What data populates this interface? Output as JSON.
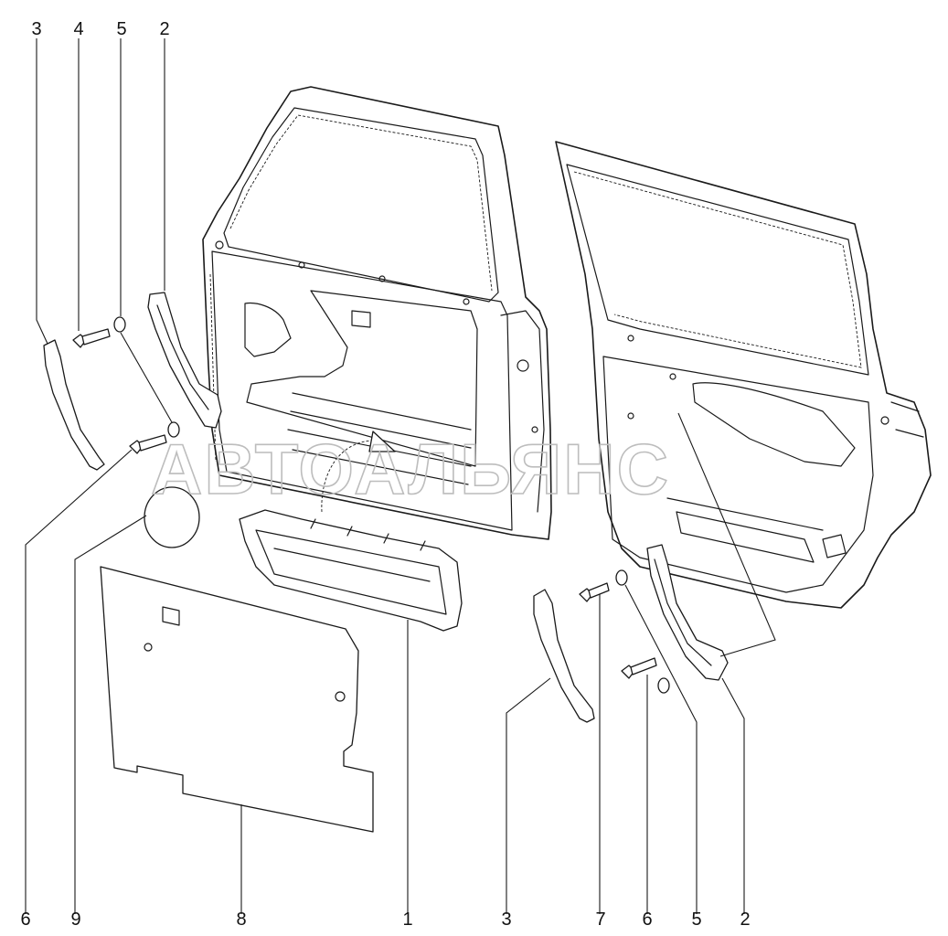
{
  "watermark": "АВТОАЛЬЯНС",
  "callouts": [
    {
      "id": "c-top-3",
      "label": "3"
    },
    {
      "id": "c-top-4",
      "label": "4"
    },
    {
      "id": "c-top-5",
      "label": "5"
    },
    {
      "id": "c-top-2",
      "label": "2"
    },
    {
      "id": "c-bot-6a",
      "label": "6"
    },
    {
      "id": "c-bot-9",
      "label": "9"
    },
    {
      "id": "c-bot-8",
      "label": "8"
    },
    {
      "id": "c-bot-1",
      "label": "1"
    },
    {
      "id": "c-bot-3",
      "label": "3"
    },
    {
      "id": "c-bot-7",
      "label": "7"
    },
    {
      "id": "c-bot-6b",
      "label": "6"
    },
    {
      "id": "c-bot-5",
      "label": "5"
    },
    {
      "id": "c-bot-2",
      "label": "2"
    }
  ],
  "colors": {
    "line": "#1a1a1a",
    "watermark": "#bdbdbd",
    "background": "#ffffff"
  }
}
